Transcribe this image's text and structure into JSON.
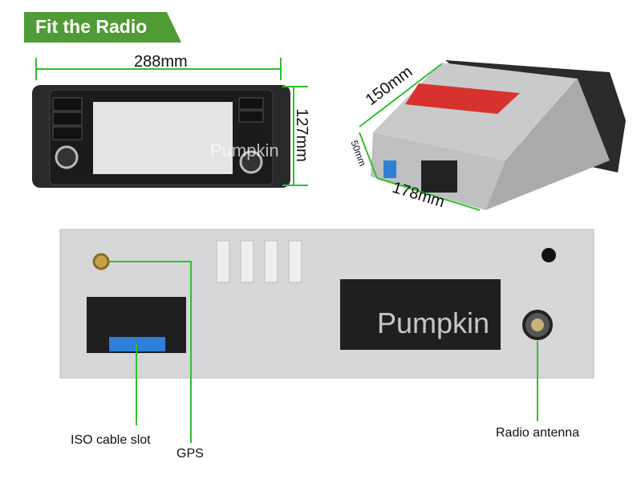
{
  "banner": {
    "title": "Fit the Radio",
    "color": "#4f9b35"
  },
  "dimensions": {
    "width": "288mm",
    "height": "127mm",
    "depth": "178mm",
    "side": "150mm",
    "small": "50mm"
  },
  "watermark": "Pumpkin",
  "callouts": {
    "iso": "ISO cable slot",
    "gps": "GPS",
    "antenna": "Radio antenna"
  },
  "colors": {
    "dimension_line": "#2fc02f",
    "panel": "#d6d7d9",
    "connector_blue": "#2f7fd6"
  }
}
